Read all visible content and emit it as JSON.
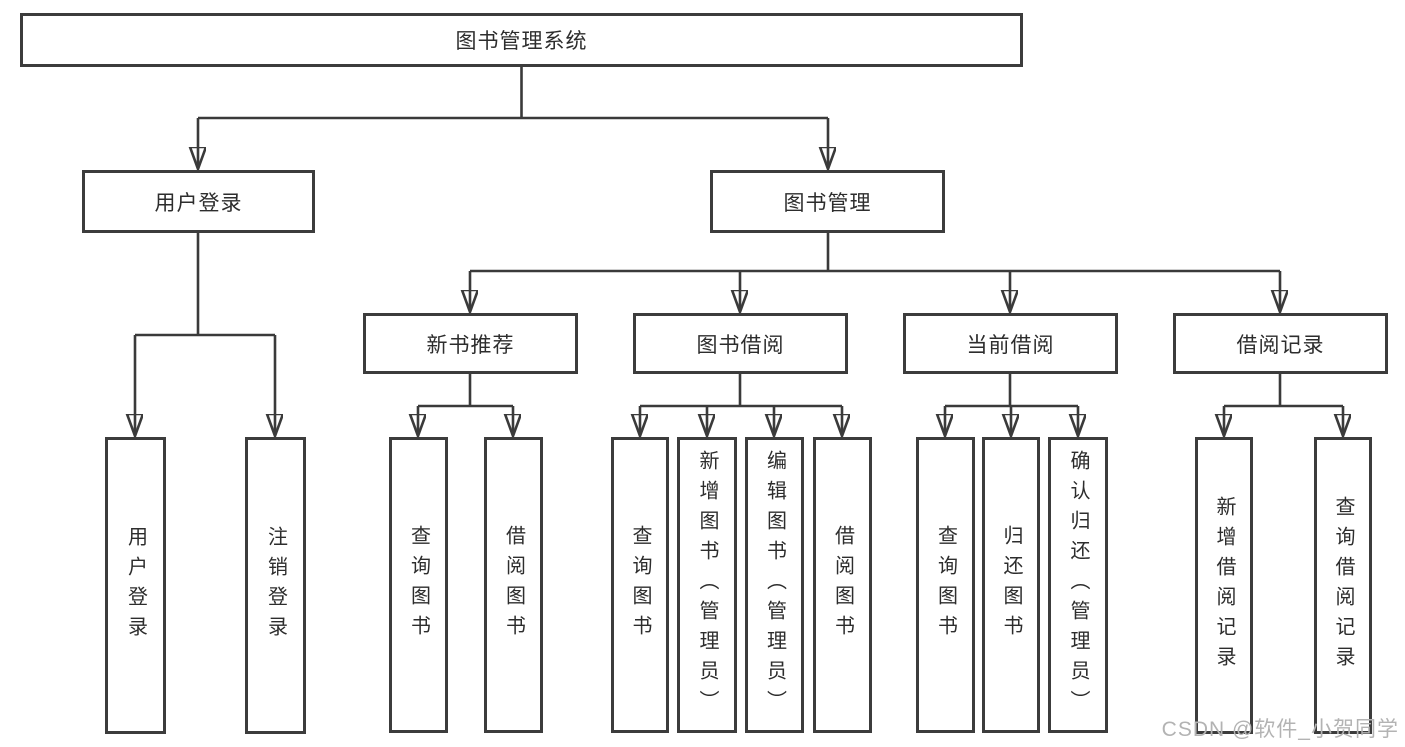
{
  "nodes": {
    "root": "图书管理系统",
    "user_login": "用户登录",
    "book_management": "图书管理",
    "new_book_recommendation": "新书推荐",
    "book_borrowing": "图书借阅",
    "current_borrowing": "当前借阅",
    "borrowing_records": "借阅记录"
  },
  "leaves": {
    "user_login": [
      "用户登录",
      "注销登录"
    ],
    "new_book_recommendation": [
      "查询图书",
      "借阅图书"
    ],
    "book_borrowing": [
      "查询图书",
      "新增图书（管理员）",
      "编辑图书（管理员）",
      "借阅图书"
    ],
    "current_borrowing": [
      "查询图书",
      "归还图书",
      "确认归还（管理员）"
    ],
    "borrowing_records": [
      "新增借阅记录",
      "查询借阅记录"
    ]
  },
  "watermark": "CSDN @软件_小贺同学",
  "colors": {
    "line": "#3a3a3a",
    "border": "#3c3c3c",
    "text": "#2d2d2d",
    "watermark": "#b3b3b3",
    "background": "#ffffff"
  }
}
